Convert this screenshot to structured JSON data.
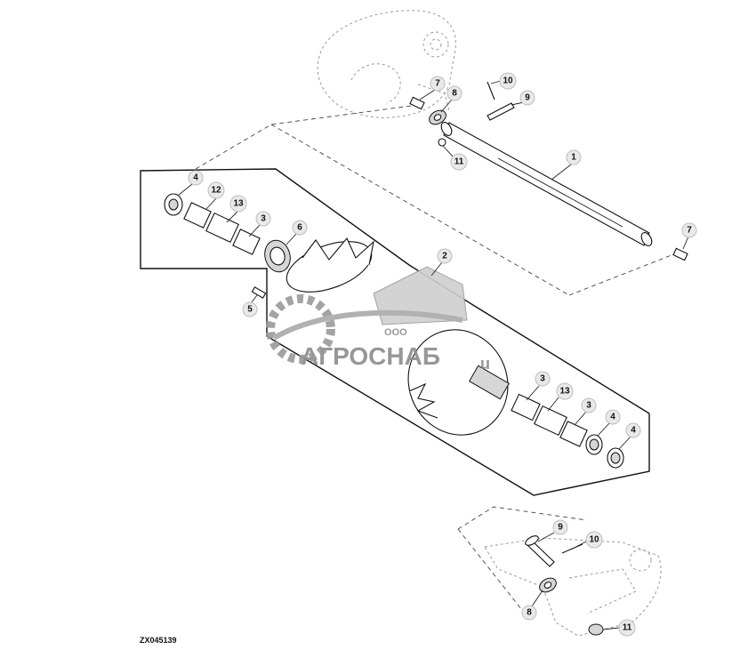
{
  "figure_id": "ZX045139",
  "watermark": {
    "prefix": "ООО",
    "brand": "АГРОСНАБ",
    "suffix": "u"
  },
  "callouts": [
    {
      "id": "c1",
      "label": "1"
    },
    {
      "id": "c2",
      "label": "2"
    },
    {
      "id": "c3a",
      "label": "3"
    },
    {
      "id": "c3b",
      "label": "3"
    },
    {
      "id": "c3c",
      "label": "3"
    },
    {
      "id": "c4a",
      "label": "4"
    },
    {
      "id": "c4b",
      "label": "4"
    },
    {
      "id": "c4c",
      "label": "4"
    },
    {
      "id": "c5",
      "label": "5"
    },
    {
      "id": "c6",
      "label": "6"
    },
    {
      "id": "c7a",
      "label": "7"
    },
    {
      "id": "c7b",
      "label": "7"
    },
    {
      "id": "c8a",
      "label": "8"
    },
    {
      "id": "c8b",
      "label": "8"
    },
    {
      "id": "c9a",
      "label": "9"
    },
    {
      "id": "c9b",
      "label": "9"
    },
    {
      "id": "c10a",
      "label": "10"
    },
    {
      "id": "c10b",
      "label": "10"
    },
    {
      "id": "c11a",
      "label": "11"
    },
    {
      "id": "c11b",
      "label": "11"
    },
    {
      "id": "c12",
      "label": "12"
    },
    {
      "id": "c13a",
      "label": "13"
    },
    {
      "id": "c13b",
      "label": "13"
    }
  ]
}
